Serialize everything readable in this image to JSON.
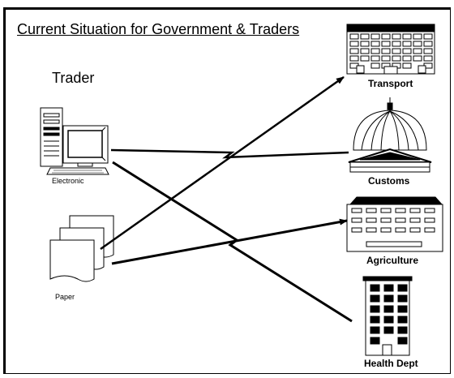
{
  "title": "Current Situation for Government  & Traders",
  "trader_label": "Trader",
  "electronic_label": "Electronic",
  "paper_label": "Paper",
  "departments": {
    "transport": "Transport",
    "customs": "Customs",
    "agriculture": "Agriculture",
    "health": "Health Dept"
  },
  "icons": [
    "computer-icon",
    "paper-documents-icon",
    "transport-building-icon",
    "customs-building-icon",
    "agriculture-building-icon",
    "health-building-icon"
  ]
}
